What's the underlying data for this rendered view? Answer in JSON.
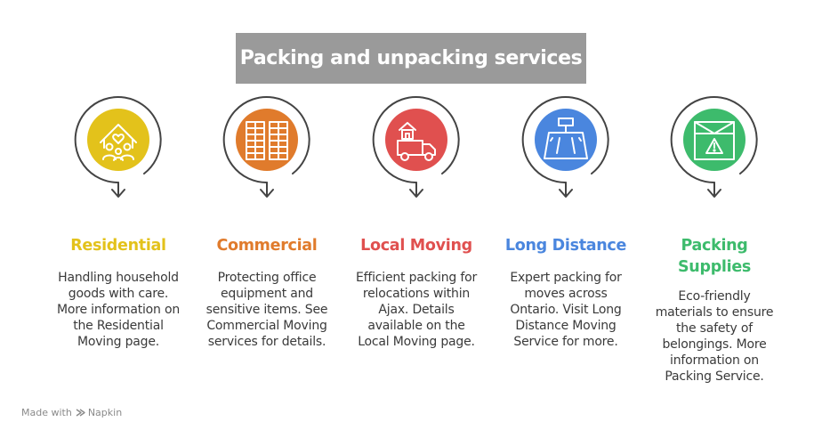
{
  "title": "Packing and unpacking services",
  "items": [
    {
      "heading": "Residential",
      "heading_color": "#e3c21b",
      "circle_color": "#e3c21b",
      "icon": "house-family-icon",
      "description": [
        "Handling household",
        "goods with care.",
        "More information on",
        "the Residential",
        "Moving page."
      ]
    },
    {
      "heading": "Commercial",
      "heading_color": "#e07b2c",
      "circle_color": "#e07b2c",
      "icon": "office-building-icon",
      "description": [
        "Protecting office",
        "equipment and",
        "sensitive items. See",
        "Commercial Moving",
        "services for details."
      ]
    },
    {
      "heading": "Local Moving",
      "heading_color": "#e0504f",
      "circle_color": "#e0504f",
      "icon": "moving-truck-icon",
      "description": [
        "Efficient packing for",
        "relocations within",
        "Ajax. Details",
        "available on the",
        "Local Moving page."
      ]
    },
    {
      "heading": "Long Distance",
      "heading_color": "#4a86de",
      "circle_color": "#4a86de",
      "icon": "highway-sign-icon",
      "description": [
        "Expert packing for",
        "moves across",
        "Ontario. Visit Long",
        "Distance Moving",
        "Service for more."
      ]
    },
    {
      "heading": [
        "Packing",
        "Supplies"
      ],
      "heading_color": "#3dbb6c",
      "circle_color": "#3dbb6c",
      "icon": "fragile-box-icon",
      "description": [
        "Eco-friendly",
        "materials to ensure",
        "the safety of",
        "belongings. More",
        "information on",
        "Packing Service."
      ]
    }
  ],
  "footer": {
    "prefix": "Made with",
    "brand": "Napkin"
  }
}
